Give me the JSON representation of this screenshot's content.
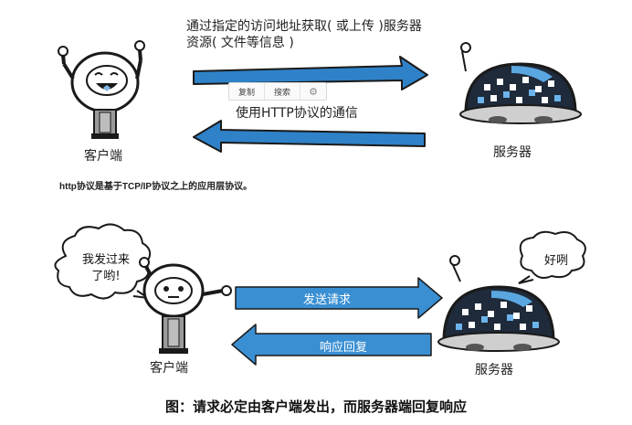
{
  "top": {
    "caption_line1": "通过指定的访问地址获取( 或上传 )服务器",
    "caption_line2": "资源( 文件等信息 )",
    "toolbar": {
      "copy": "复制",
      "search": "搜索",
      "settings_icon": "gear-icon"
    },
    "arrow_caption": "使用HTTP协议的通信",
    "client_label": "客户端",
    "server_label": "服务器"
  },
  "note": "http协议是基于TCP/IP协议之上的应用层协议。",
  "bottom": {
    "client_bubble_line1": "我发过来",
    "client_bubble_line2": "了哟!",
    "server_bubble": "好咧",
    "request_label": "发送请求",
    "response_label": "响应回复",
    "client_label": "客户端",
    "server_label": "服务器",
    "figure_caption": "图：请求必定由客户端发出，而服务器端回复响应"
  },
  "colors": {
    "arrow_fill": "#2f82c8",
    "arrow_stroke": "#1a1a1a",
    "bottom_arrow": "#3a8fd3"
  }
}
